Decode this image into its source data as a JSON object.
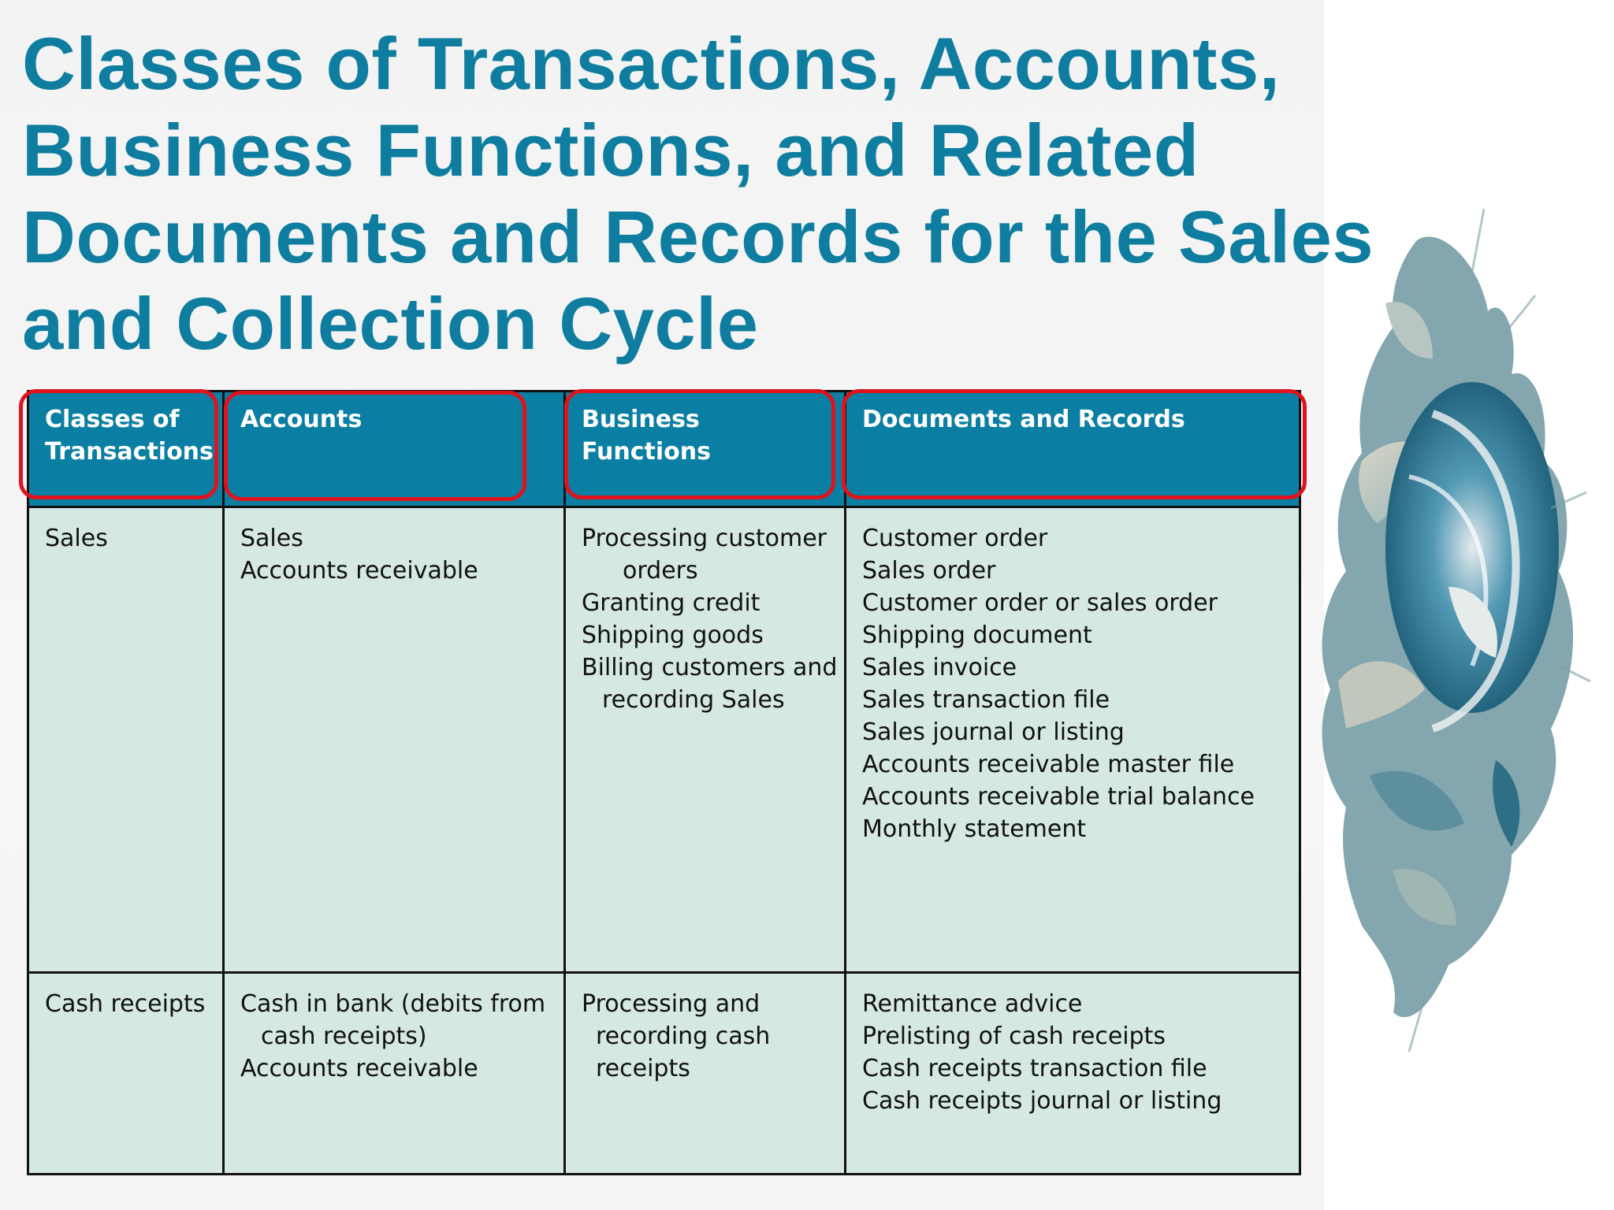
{
  "slide": {
    "title_lines": [
      "Classes of Transactions, Accounts,",
      "Business Functions, and Related",
      "Documents and Records for the Sales",
      "and Collection Cycle"
    ]
  },
  "table": {
    "headers": [
      "Classes of Transactions",
      "Accounts",
      "Business Functions",
      "Documents and Records"
    ],
    "rows": [
      {
        "class": "Sales",
        "accounts": [
          "Sales",
          "Accounts receivable"
        ],
        "functions": [
          "Processing customer",
          "orders",
          "Granting credit",
          "Shipping goods",
          "Billing customers  and",
          "recording Sales"
        ],
        "documents": [
          "Customer order",
          "Sales order",
          "Customer order or sales order",
          "Shipping document",
          "Sales invoice",
          "Sales transaction file",
          "Sales journal or listing",
          "Accounts receivable master file",
          "Accounts receivable trial balance",
          "Monthly statement"
        ]
      },
      {
        "class": "Cash receipts",
        "accounts": [
          "Cash in bank (debits from",
          "cash receipts)",
          "Accounts receivable"
        ],
        "functions": [
          "Processing and",
          "recording cash",
          "receipts"
        ],
        "documents": [
          "Remittance advice",
          "Prelisting of cash receipts",
          "Cash receipts transaction file",
          "Cash receipts journal or listing"
        ]
      }
    ]
  },
  "colors": {
    "title": "#0e7d9f",
    "header_bg": "#0b7fa3",
    "body_bg": "#d5e8e4",
    "highlight": "#e0131d"
  },
  "decoration": {
    "icon": "teal-abstract-swirl-art"
  }
}
